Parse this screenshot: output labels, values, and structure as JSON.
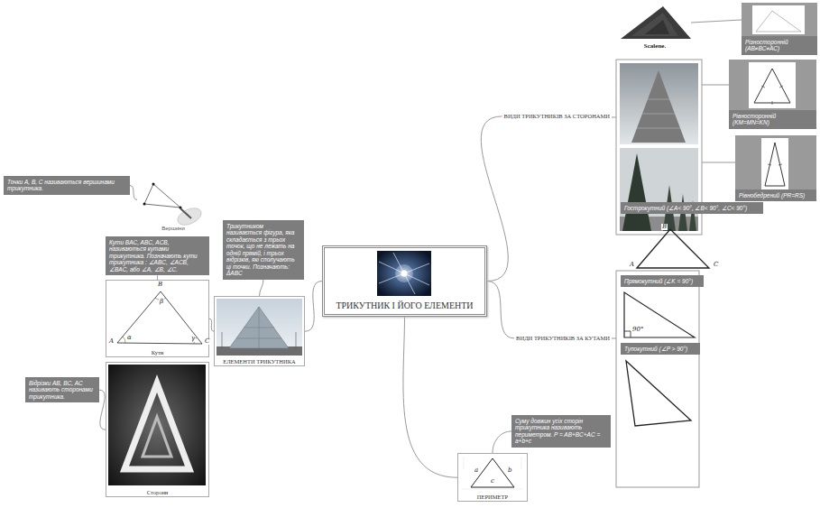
{
  "diagram": {
    "nodes": [
      {
        "text": [
          "ТРИКУТНИК І ЙОГО ЕЛЕМЕНТИ"
        ]
      },
      {
        "text": [
          "ЕЛЕМЕНТИ ТРИКУТНИКА"
        ]
      },
      {
        "text": [
          "Трикутником називається фігура, яка складається з трьох точок, що не лежать на одній прямій, і трьох відрізків, які сполучають ці точки. Позначають: ΔABC"
        ]
      },
      {
        "text": [
          "Вершини"
        ]
      },
      {
        "text": [
          "Точки A, B, C називаються вершинами трикутника."
        ]
      },
      {
        "text": [
          "Кути"
        ]
      },
      {
        "text": [
          "Кути BAC, ABC, ACB, називаються кутами трикутника. Позначають кути трикутника : ∠ABC, ∠ACB, ∠BAC, або ∠A, ∠B, ∠C."
        ]
      },
      {
        "text": [
          "Сторони"
        ]
      },
      {
        "text": [
          "Відрізки AB, BC, AC називають сторонами трикутника."
        ]
      },
      {
        "text": [
          "ВИДИ ТРИКУТНИКІВ ЗА СТОРОНАМИ"
        ]
      },
      {
        "text": [
          "Scalene."
        ]
      },
      {
        "text": [
          "Різносторонній (AB≠BC≠AC)"
        ]
      },
      {
        "text": [
          "Рівносторонній (KM=MN=KN)"
        ]
      },
      {
        "text": [
          "Рівнобедрений (PR=RS)"
        ]
      },
      {
        "text": [
          "ВИДИ ТРИКУТНИКІВ ЗА КУТАМИ"
        ]
      },
      {
        "text": [
          "Гострокутний (∠A< 90°, ∠B< 90°, ∠C< 90°)"
        ]
      },
      {
        "text": [
          "Прямокутний (∠K = 90°)"
        ]
      },
      {
        "text": [
          "Тупокутний (∠P > 90°)"
        ]
      },
      {
        "text": [
          "ПЕРИМЕТР"
        ]
      },
      {
        "text": [
          "Суму довжин усіх сторін трикутника називають периметром. P = AB+BC+AC = a+b+c"
        ]
      }
    ],
    "edges": [
      {
        "from": 0,
        "to": 1,
        "arrow": "none"
      },
      {
        "from": 0,
        "to": 9,
        "arrow": "none"
      },
      {
        "from": 0,
        "to": 14,
        "arrow": "none"
      },
      {
        "from": 0,
        "to": 18,
        "arrow": "none"
      },
      {
        "from": 1,
        "to": 5,
        "arrow": "none"
      },
      {
        "from": 2,
        "to": 1,
        "arrow": "none"
      },
      {
        "from": 4,
        "to": 3,
        "arrow": "none"
      },
      {
        "from": 6,
        "to": 5,
        "arrow": "none"
      },
      {
        "from": 8,
        "to": 7,
        "arrow": "none"
      },
      {
        "from": 19,
        "to": 18,
        "arrow": "none"
      }
    ],
    "labels": [
      "B",
      "A",
      "C",
      "α",
      "β",
      "γ",
      "B",
      "A",
      "C",
      "90°",
      "a",
      "b",
      "c"
    ]
  }
}
